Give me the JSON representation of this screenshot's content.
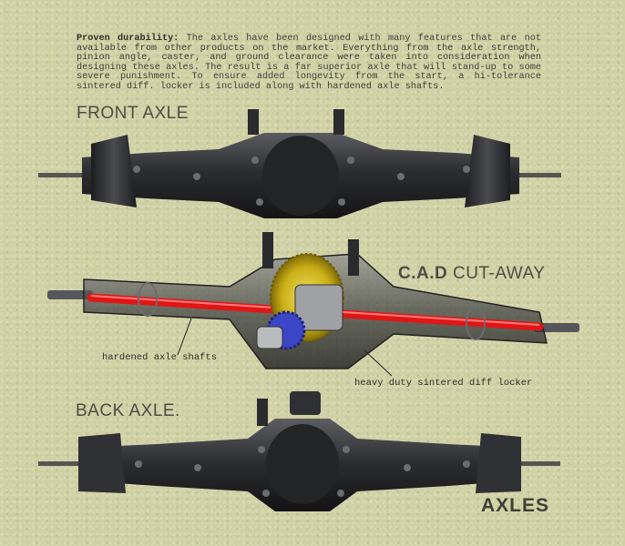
{
  "intro": {
    "lead": "Proven durability:",
    "text": "The axles have been designed with many features that are not available from other products on the market. Everything from the axle strength, pinion angle, caster, and ground clearance were taken into consideration when designing these axles. The result is a far superior axle that will stand-up to some severe punishment. To ensure added longevity from the start, a hi-tolerance sintered diff. locker is included along with hardened axle shafts."
  },
  "headings": {
    "front": "FRONT AXLE",
    "cad_strong": "C.A.D",
    "cad_rest": " CUT-AWAY",
    "back": "BACK AXLE.",
    "axles": "AXLES"
  },
  "callouts": {
    "shafts": "hardened axle shafts",
    "locker": "heavy duty sintered diff locker"
  },
  "colors": {
    "background": "#cfd1a4",
    "axle_body": "#2a2b2d",
    "axle_shaft_highlight": "#e01616",
    "ring_gear": "#d8c21a",
    "pinion_gear": "#3b46c6"
  }
}
